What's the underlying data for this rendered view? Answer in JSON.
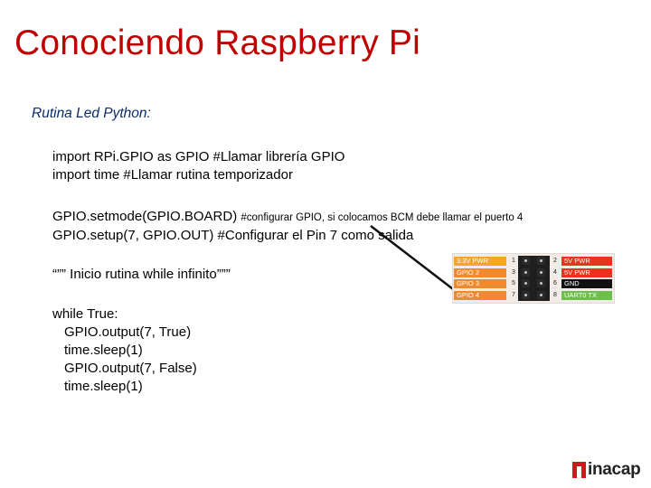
{
  "slide": {
    "title": "Conociendo Raspberry Pi",
    "subtitle": "Rutina Led Python:"
  },
  "code": {
    "line1": "import RPi.GPIO as GPIO #Llamar librería GPIO",
    "line2": "import time #Llamar rutina temporizador",
    "line3_code": "GPIO.setmode(GPIO.BOARD) ",
    "line3_comment": "#configurar GPIO, si colocamos BCM debe llamar el puerto 4",
    "line4": "GPIO.setup(7, GPIO.OUT) #Configurar el Pin 7 como salida",
    "line5": "“”” Inicio rutina while infinito”””",
    "line6": "while True:",
    "line7": "GPIO.output(7, True)",
    "line8": "time.sleep(1)",
    "line9": "GPIO.output(7, False)",
    "line10": "time.sleep(1)"
  },
  "gpio_header": {
    "rows": [
      {
        "left_label": "3.3V PWR",
        "left_color": "#f5a623",
        "left_pin": "1",
        "right_pin": "2",
        "right_label": "5V PWR",
        "right_color": "#e8341c"
      },
      {
        "left_label": "GPIO 2",
        "left_color": "#f08a2c",
        "left_pin": "3",
        "right_pin": "4",
        "right_label": "5V PWR",
        "right_color": "#e8341c"
      },
      {
        "left_label": "GPIO 3",
        "left_color": "#f08a2c",
        "left_pin": "5",
        "right_pin": "6",
        "right_label": "GND",
        "right_color": "#111111"
      },
      {
        "left_label": "GPIO 4",
        "left_color": "#f08a2c",
        "left_pin": "7",
        "right_pin": "8",
        "right_label": "UART0 TX",
        "right_color": "#6cc04a"
      }
    ]
  },
  "brand": {
    "logo_text": "inacap",
    "accent": "#c00000"
  }
}
